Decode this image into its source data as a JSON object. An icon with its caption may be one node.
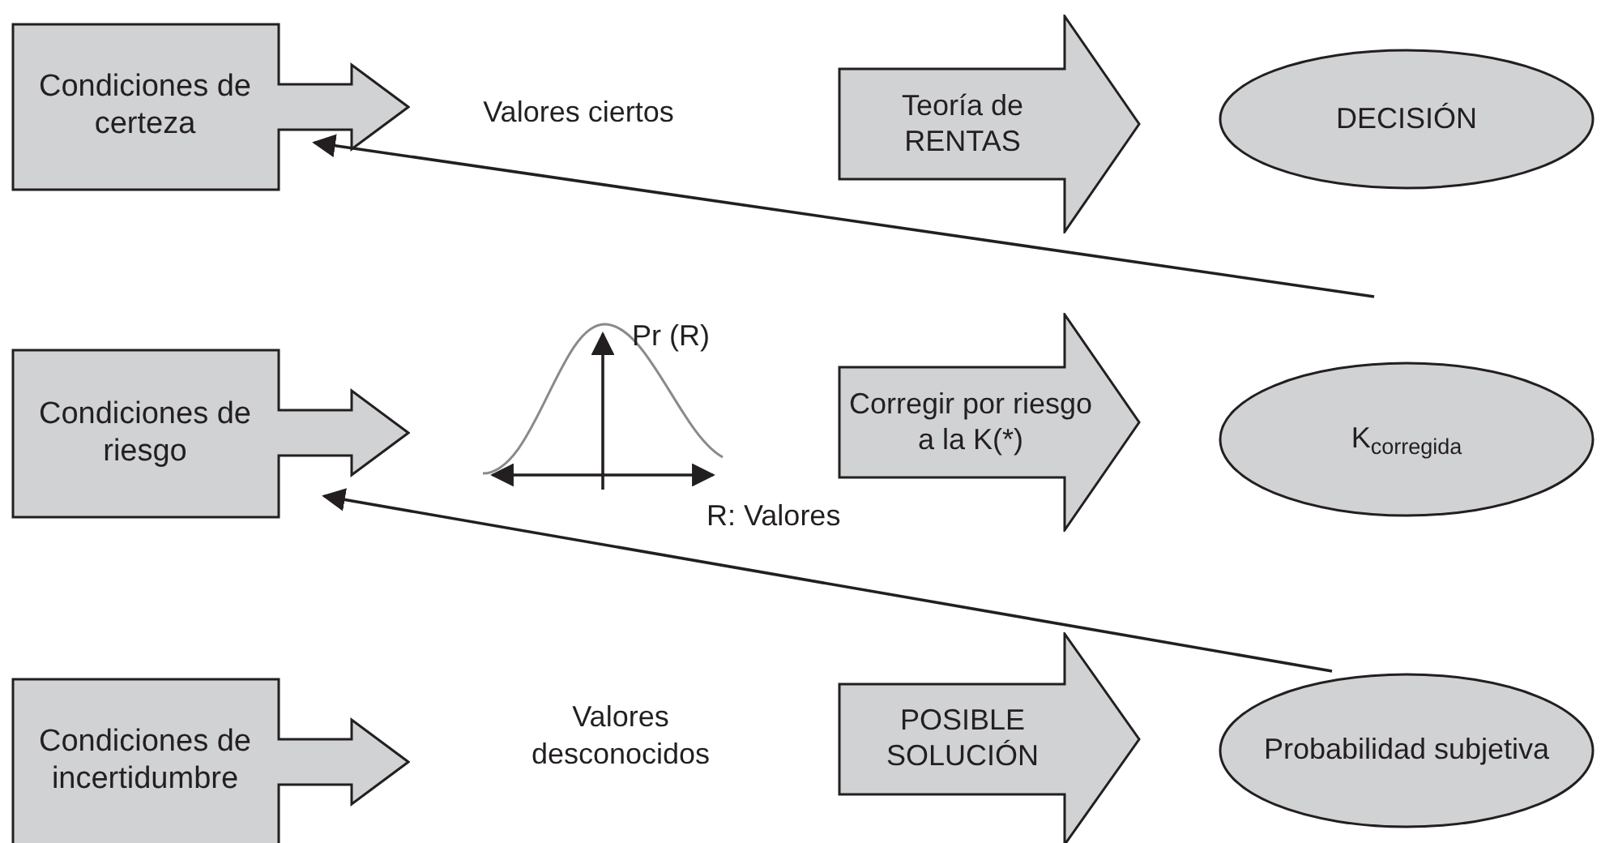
{
  "diagram": {
    "nodes": [
      {
        "text": [
          "Condiciones de certeza"
        ]
      },
      {
        "text": [
          "Valores ciertos"
        ]
      },
      {
        "text": [
          "Teoría de RENTAS"
        ]
      },
      {
        "text": [
          "DECISIÓN"
        ]
      },
      {
        "text": [
          "Condiciones de riesgo"
        ]
      },
      {
        "text": [
          "Corregir por riesgo a la  K(*)"
        ]
      },
      {
        "text": [
          "K$_{corregida}$"
        ]
      },
      {
        "text": [
          "Condiciones de incertidumbre"
        ]
      },
      {
        "text": [
          "Valores desconocidos"
        ]
      },
      {
        "text": [
          "POSIBLE SOLUCIÓN"
        ]
      },
      {
        "text": [
          "Probabilidad subjetiva"
        ]
      }
    ],
    "edges": [
      {
        "from": 6,
        "to": 0,
        "arrow": "to"
      },
      {
        "from": 10,
        "to": 4,
        "arrow": "to"
      }
    ],
    "labels": [
      "Pr (R)",
      "R: Valores"
    ]
  }
}
